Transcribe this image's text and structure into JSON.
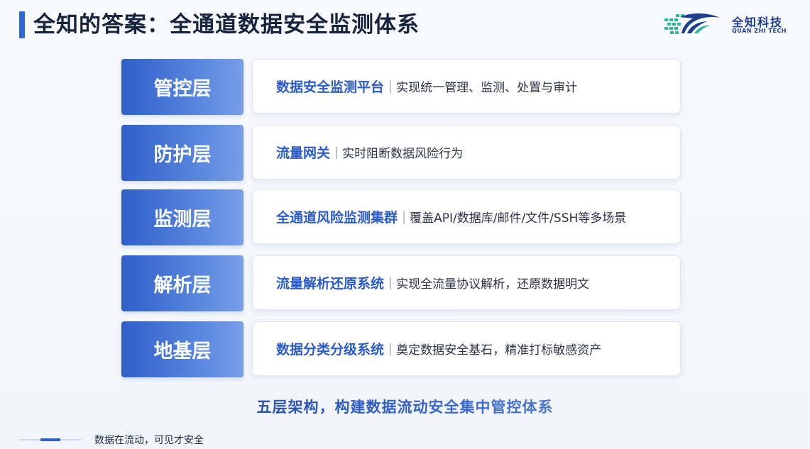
{
  "header": {
    "title": "全知的答案：全通道数据安全监测体系",
    "logo": {
      "name_cn": "全知科技",
      "name_en": "QUAN ZHI TECH",
      "icon": "bird-wing-logo",
      "brand_color": "#1f3f8f",
      "accent_color": "#2bb5a0"
    }
  },
  "layers": [
    {
      "label": "管控层",
      "title": "数据安全监测平台",
      "separator": "|",
      "desc": "实现统一管理、监测、处置与审计"
    },
    {
      "label": "防护层",
      "title": "流量网关",
      "separator": "|",
      "desc": "实时阻断数据风险行为"
    },
    {
      "label": "监测层",
      "title": "全通道风险监测集群",
      "separator": "|",
      "desc": "覆盖API/数据库/邮件/文件/SSH等多场景"
    },
    {
      "label": "解析层",
      "title": "流量解析还原系统",
      "separator": "|",
      "desc": "实现全流量协议解析，还原数据明文"
    },
    {
      "label": "地基层",
      "title": "数据分类分级系统",
      "separator": "|",
      "desc": "奠定数据安全基石，精准打标敏感资产"
    }
  ],
  "summary": "五层架构，构建数据流动安全集中管控体系",
  "footer": {
    "text": "数据在流动，可见才安全"
  },
  "colors": {
    "accent": "#2f66d8",
    "layer_gradient_start": "#2f5fc9",
    "layer_gradient_end": "#7a9ee8",
    "card_title": "#2a5bc7"
  }
}
